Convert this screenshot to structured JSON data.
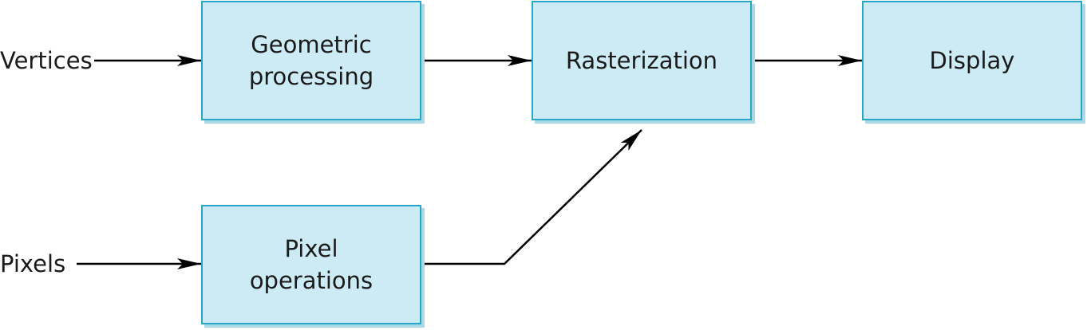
{
  "inputs": {
    "vertices": "Vertices",
    "pixels": "Pixels"
  },
  "boxes": {
    "geometric_processing": {
      "line1": "Geometric",
      "line2": "processing"
    },
    "rasterization": {
      "label": "Rasterization"
    },
    "display": {
      "label": "Display"
    },
    "pixel_operations": {
      "line1": "Pixel",
      "line2": "operations"
    }
  },
  "colors": {
    "box_fill": "#cdebf4",
    "box_border": "#27a6c8",
    "box_shadow": "#a9d8e7",
    "arrow": "#000000",
    "text": "#1a1a1a"
  }
}
